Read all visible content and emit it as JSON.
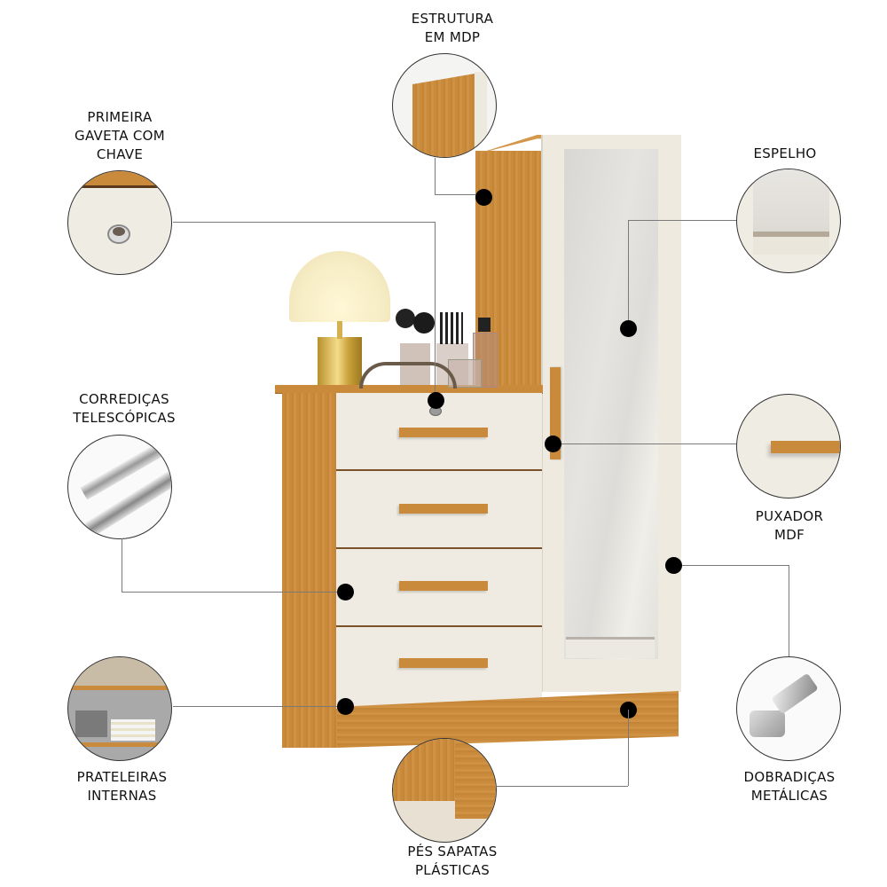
{
  "product": {
    "type": "dresser with mirror door",
    "colors": {
      "wood": "#c98a3c",
      "cream": "#eeeae0",
      "mirror": "#dcdad6",
      "callout_dot": "#000000",
      "callout_line": "#7a7a7a"
    }
  },
  "callouts": [
    {
      "id": "estrutura",
      "lines": [
        "ESTRUTURA",
        "EM MDP"
      ],
      "image": "wood-panel-closeup"
    },
    {
      "id": "primeira-gaveta",
      "lines": [
        "PRIMEIRA",
        "GAVETA COM",
        "CHAVE"
      ],
      "image": "drawer-lock-key-closeup"
    },
    {
      "id": "espelho",
      "lines": [
        "ESPELHO"
      ],
      "image": "mirror-closeup"
    },
    {
      "id": "corredicas",
      "lines": [
        "CORREDIÇAS",
        "TELESCÓPICAS"
      ],
      "image": "telescopic-slides-closeup"
    },
    {
      "id": "puxador",
      "lines": [
        "PUXADOR",
        "MDF"
      ],
      "image": "mdf-handle-closeup"
    },
    {
      "id": "prateleiras",
      "lines": [
        "PRATELEIRAS",
        "INTERNAS"
      ],
      "image": "internal-shelves-closeup"
    },
    {
      "id": "dobradicas",
      "lines": [
        "DOBRADIÇAS",
        "METÁLICAS"
      ],
      "image": "metal-hinge-closeup"
    },
    {
      "id": "pes",
      "lines": [
        "PÉS SAPATAS",
        "PLÁSTICAS"
      ],
      "image": "plastic-feet-closeup"
    }
  ]
}
